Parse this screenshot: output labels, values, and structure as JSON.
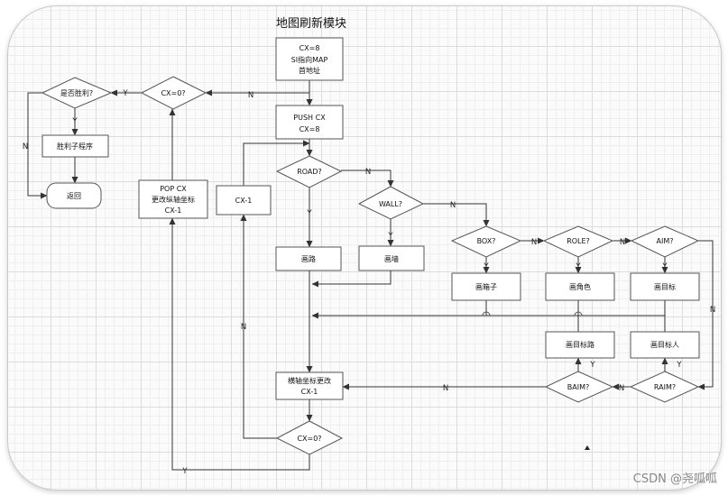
{
  "title": "地图刷新模块",
  "nodes": {
    "start": [
      "CX=8",
      "SI指向MAP",
      "首地址"
    ],
    "push": [
      "PUSH CX",
      "CX=8"
    ],
    "road": "ROAD?",
    "wall": "WALL?",
    "box": "BOX?",
    "role": "ROLE?",
    "aim": "AIM?",
    "draw_road": "画路",
    "draw_wall": "画墙",
    "draw_box": "画箱子",
    "draw_role": "画角色",
    "draw_aim": "画目标",
    "draw_aim_road": "画目标路",
    "draw_aim_person": "画目标人",
    "baim": "BAIM?",
    "raim": "RAIM?",
    "update_x": [
      "横轴坐标更改",
      "CX-1"
    ],
    "cx0_bottom": "CX=0?",
    "cx_minus": "CX-1",
    "pop": [
      "POP CX",
      "更改纵轴坐标",
      "CX-1"
    ],
    "cx0_top": "CX=0?",
    "win": "是否胜利?",
    "win_proc": "胜利子程序",
    "ret": "返回"
  },
  "edge_labels": {
    "yes": "Y",
    "no": "N"
  },
  "watermark": "CSDN @尧呱呱"
}
